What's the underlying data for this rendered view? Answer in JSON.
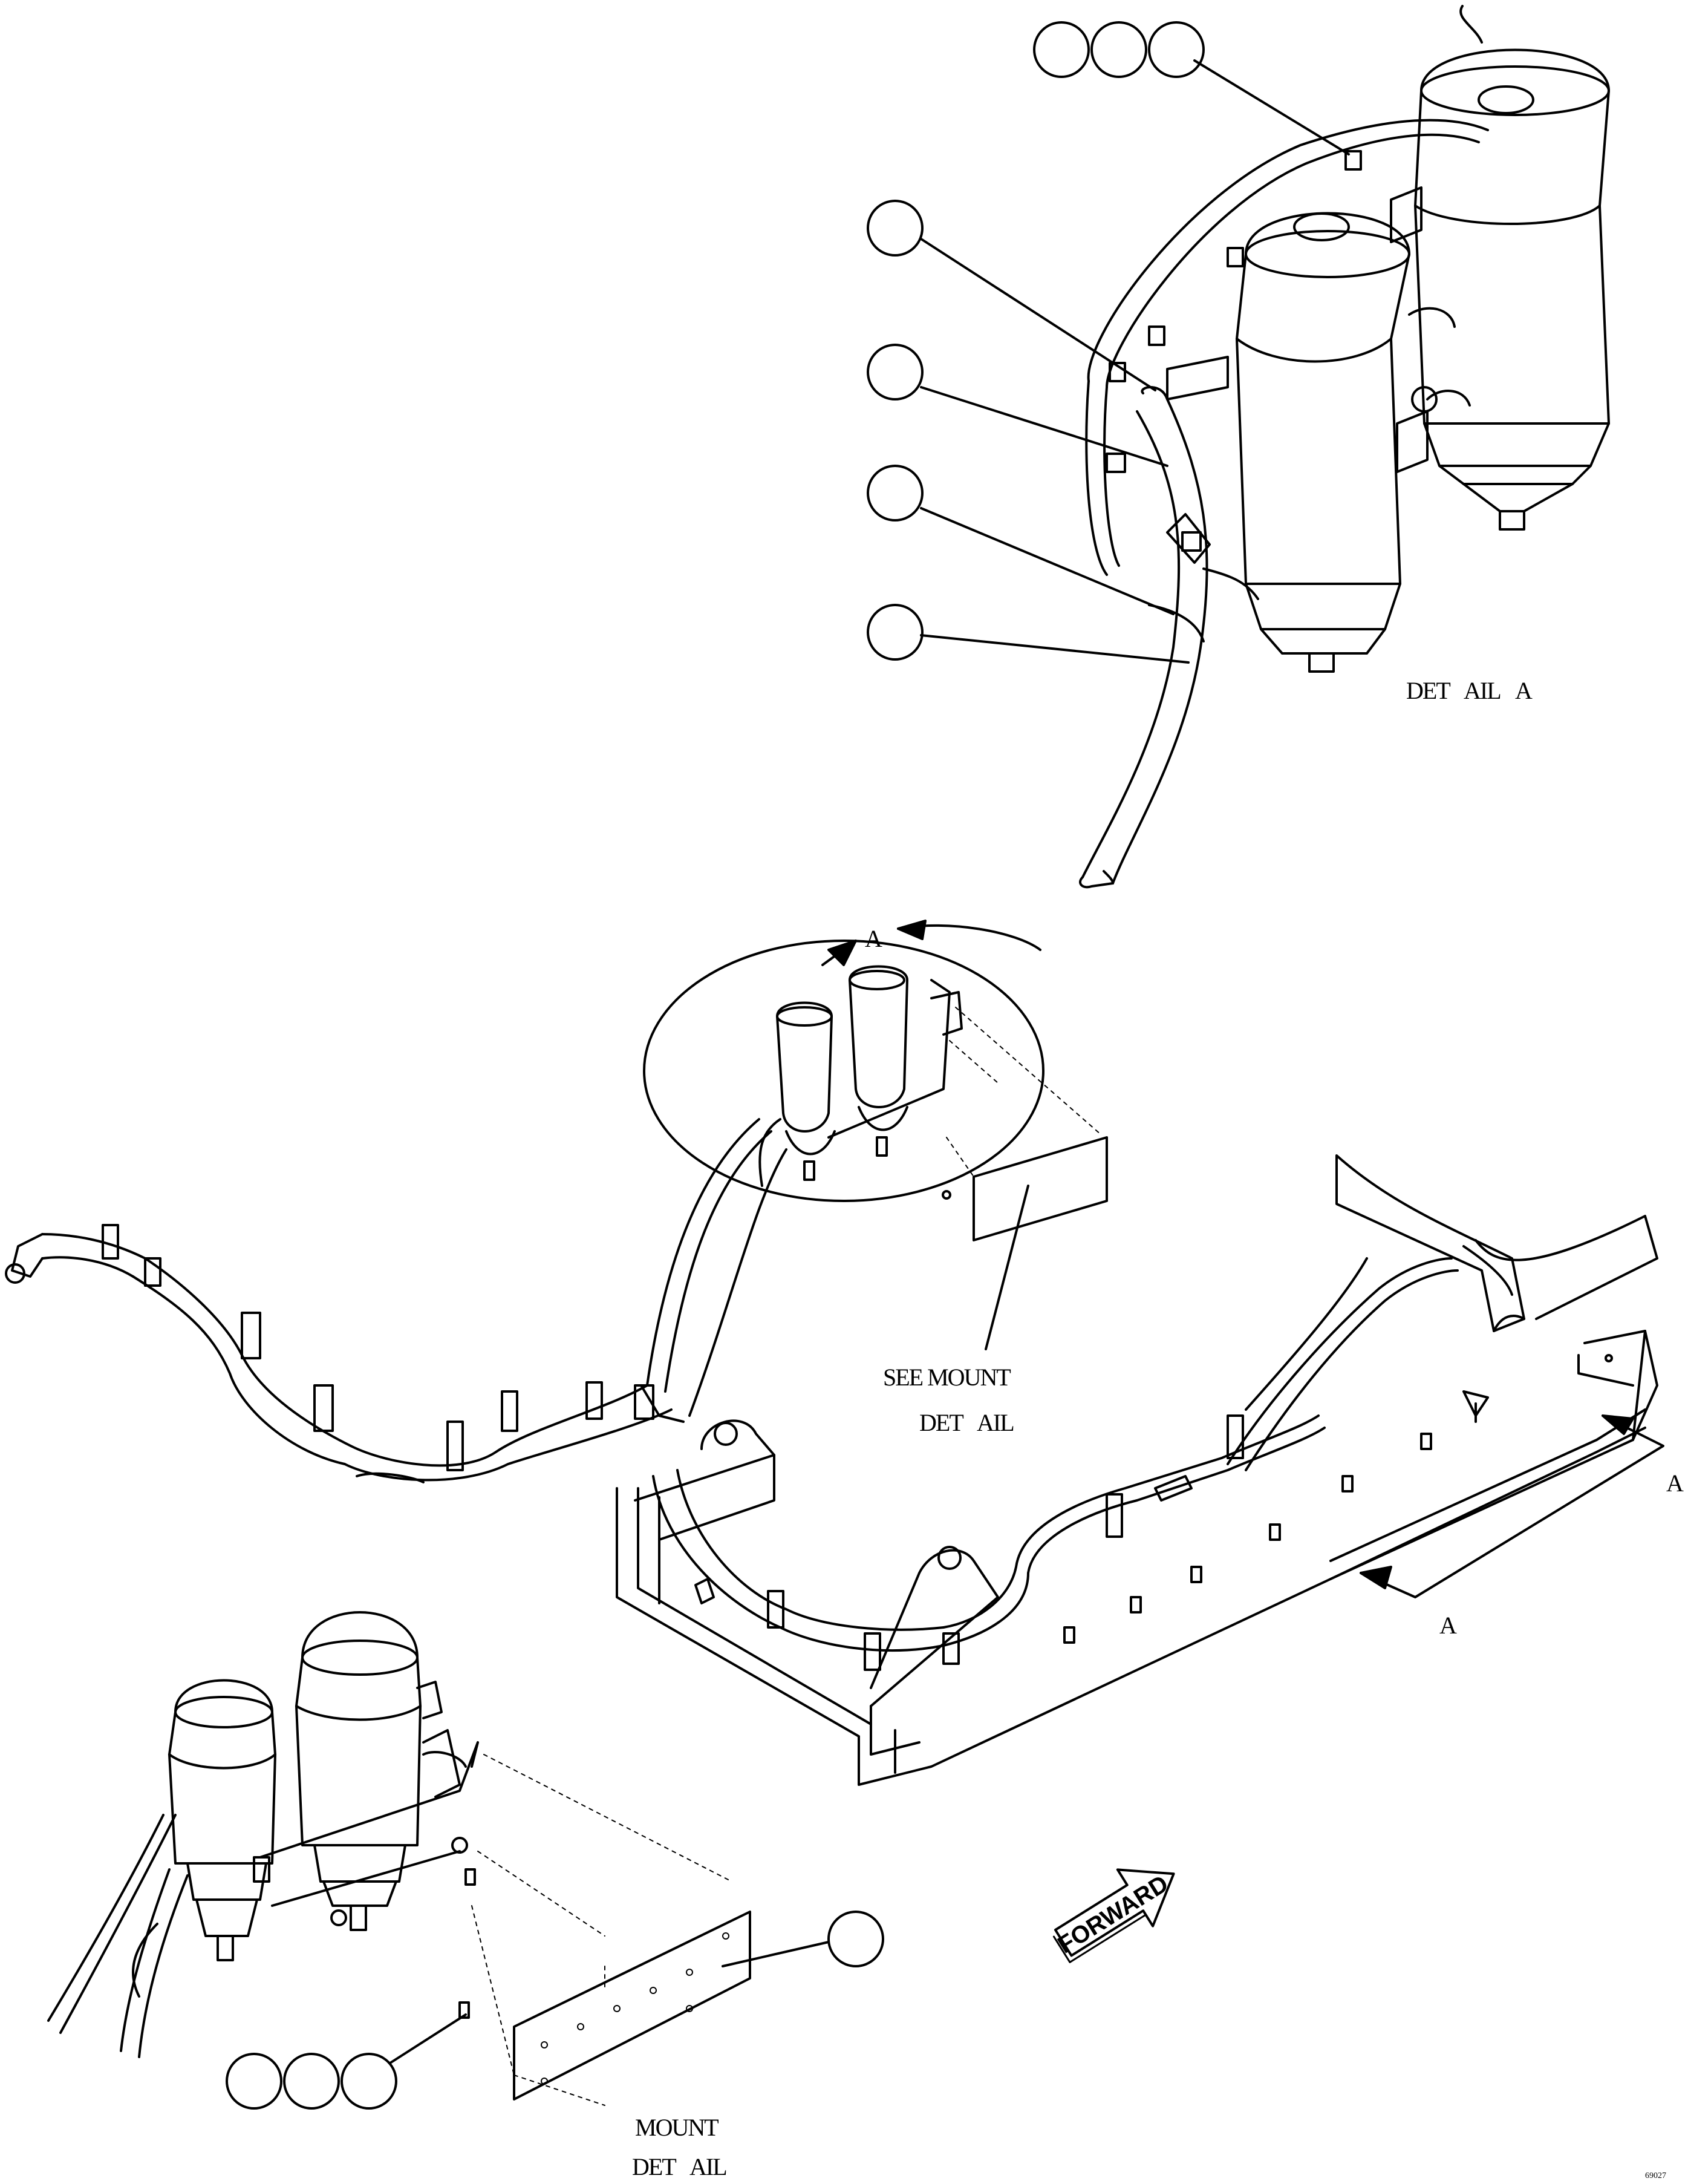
{
  "labels": {
    "detail_a_top": "DET",
    "detail_a_mid": "AIL",
    "detail_a_letter": "A",
    "view_a_top": "A",
    "section_a_right": "A",
    "section_a_bottom": "A",
    "see_mount_1": "SEE MOUNT",
    "see_mount_2a": "DET",
    "see_mount_2b": "AIL",
    "mount_1": "MOUNT",
    "mount_2a": "DET",
    "mount_2b": "AIL",
    "forward": "FORWARD",
    "drawing_number": "69027"
  },
  "callout_bubbles": {
    "top_group_count": 3,
    "left_stack_count": 4,
    "plate_count": 1,
    "bottom_group_count": 3
  },
  "colors": {
    "line": "#000000",
    "background": "#ffffff"
  }
}
